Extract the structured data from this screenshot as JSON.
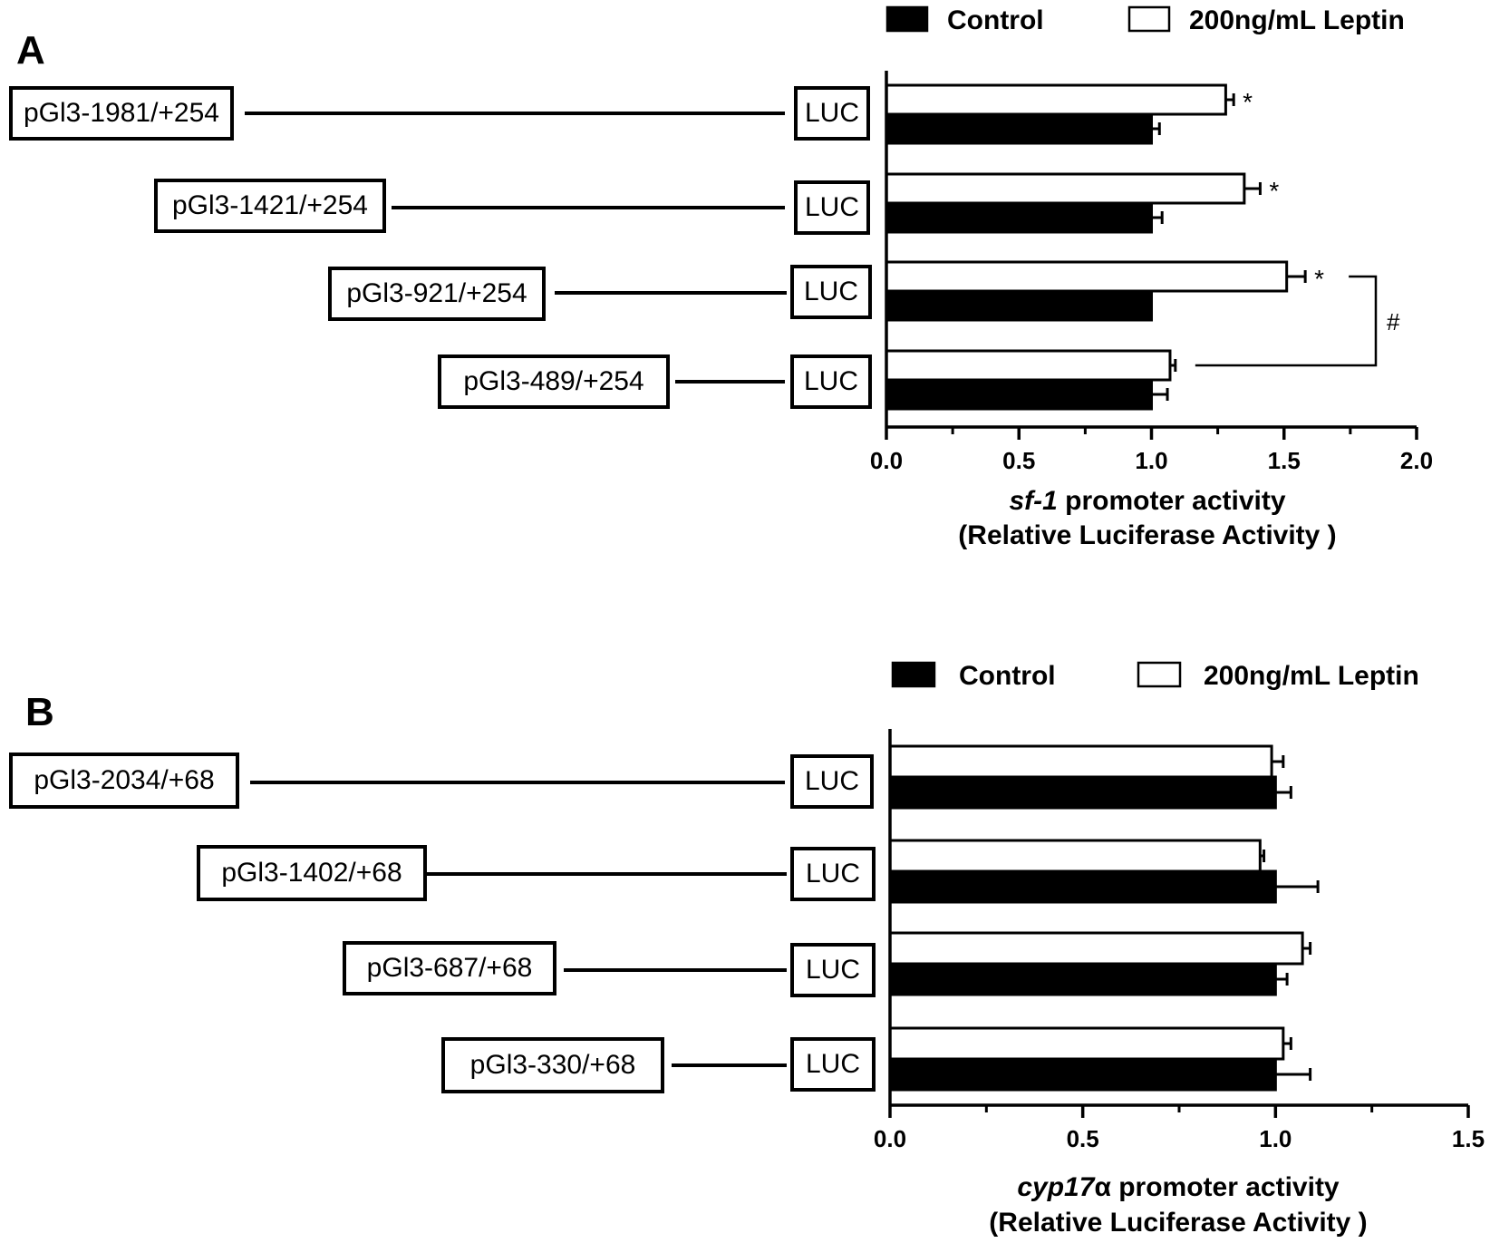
{
  "legend": {
    "control": "Control",
    "treatment": "200ng/mL Leptin"
  },
  "colors": {
    "control": "#000000",
    "treatment": "#ffffff",
    "stroke": "#000000"
  },
  "luc_label": "LUC",
  "chart_data": [
    {
      "panel": "A",
      "type": "bar",
      "orientation": "horizontal",
      "constructs": [
        "pGl3-1981/+254",
        "pGl3-1421/+254",
        "pGl3-921/+254",
        "pGl3-489/+254"
      ],
      "series": [
        {
          "name": "200ng/mL Leptin",
          "values": [
            1.28,
            1.35,
            1.51,
            1.07
          ],
          "errors": [
            0.03,
            0.06,
            0.07,
            0.02
          ]
        },
        {
          "name": "Control",
          "values": [
            1.0,
            1.0,
            1.0,
            1.0
          ],
          "errors": [
            0.03,
            0.04,
            0.0,
            0.06
          ]
        }
      ],
      "annotations": [
        "*",
        "*",
        "*",
        ""
      ],
      "bracket_label": "#",
      "xlabel_italic": "sf-1",
      "xlabel_rest": " promoter activity",
      "xlabel_line2": "(Relative Luciferase Activity )",
      "xlim": [
        0.0,
        2.0
      ],
      "ticks": [
        "0.0",
        "0.5",
        "1.0",
        "1.5",
        "2.0"
      ],
      "legend_position": "top"
    },
    {
      "panel": "B",
      "type": "bar",
      "orientation": "horizontal",
      "constructs": [
        "pGl3-2034/+68",
        "pGl3-1402/+68",
        "pGl3-687/+68",
        "pGl3-330/+68"
      ],
      "series": [
        {
          "name": "200ng/mL Leptin",
          "values": [
            0.99,
            0.96,
            1.07,
            1.02
          ],
          "errors": [
            0.03,
            0.01,
            0.02,
            0.02
          ]
        },
        {
          "name": "Control",
          "values": [
            1.0,
            1.0,
            1.0,
            1.0
          ],
          "errors": [
            0.04,
            0.11,
            0.03,
            0.09
          ]
        }
      ],
      "annotations": [
        "",
        "",
        "",
        ""
      ],
      "bracket_label": "",
      "xlabel_italic": "cyp17",
      "xlabel_rest": "α promoter activity",
      "xlabel_line2": "(Relative Luciferase Activity )",
      "xlim": [
        0.0,
        1.5
      ],
      "ticks": [
        "0.0",
        "0.5",
        "1.0",
        "1.5"
      ],
      "legend_position": "top"
    }
  ]
}
